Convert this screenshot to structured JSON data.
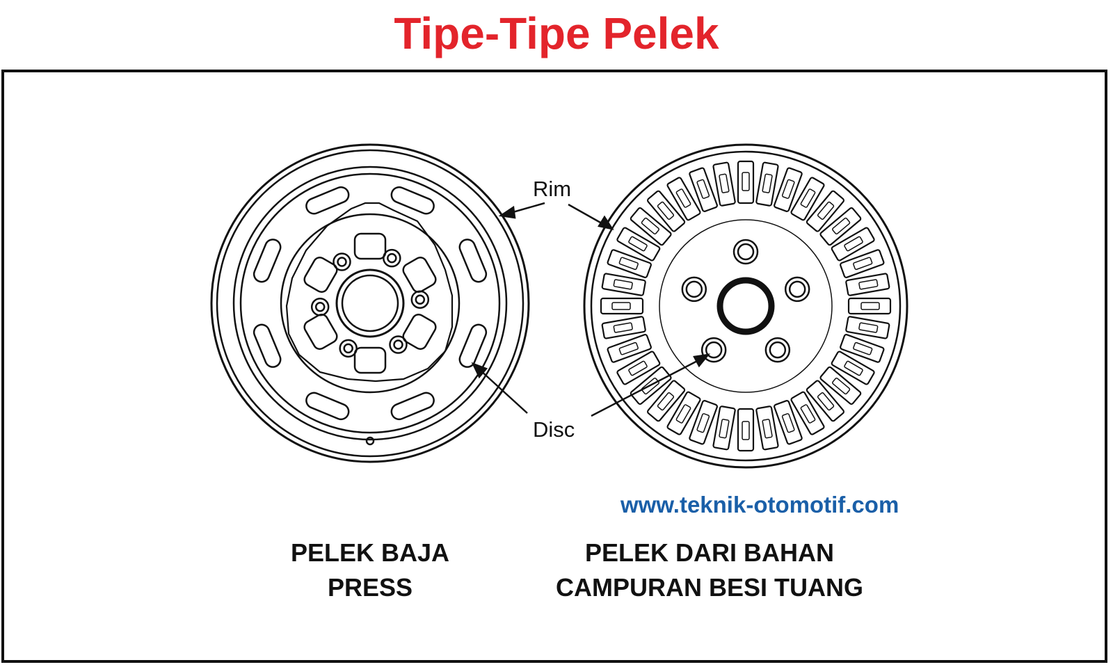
{
  "title": "Tipe-Tipe Pelek",
  "labels": {
    "rim": "Rim",
    "disc": "Disc"
  },
  "wheels": [
    {
      "caption_line1": "PELEK BAJA",
      "caption_line2": "PRESS"
    },
    {
      "caption_line1": "PELEK DARI BAHAN",
      "caption_line2": "CAMPURAN BESI TUANG"
    }
  ],
  "website": "www.teknik-otomotif.com",
  "colors": {
    "title": "#e3242b",
    "website": "#1a5fa8",
    "line": "#111111"
  }
}
